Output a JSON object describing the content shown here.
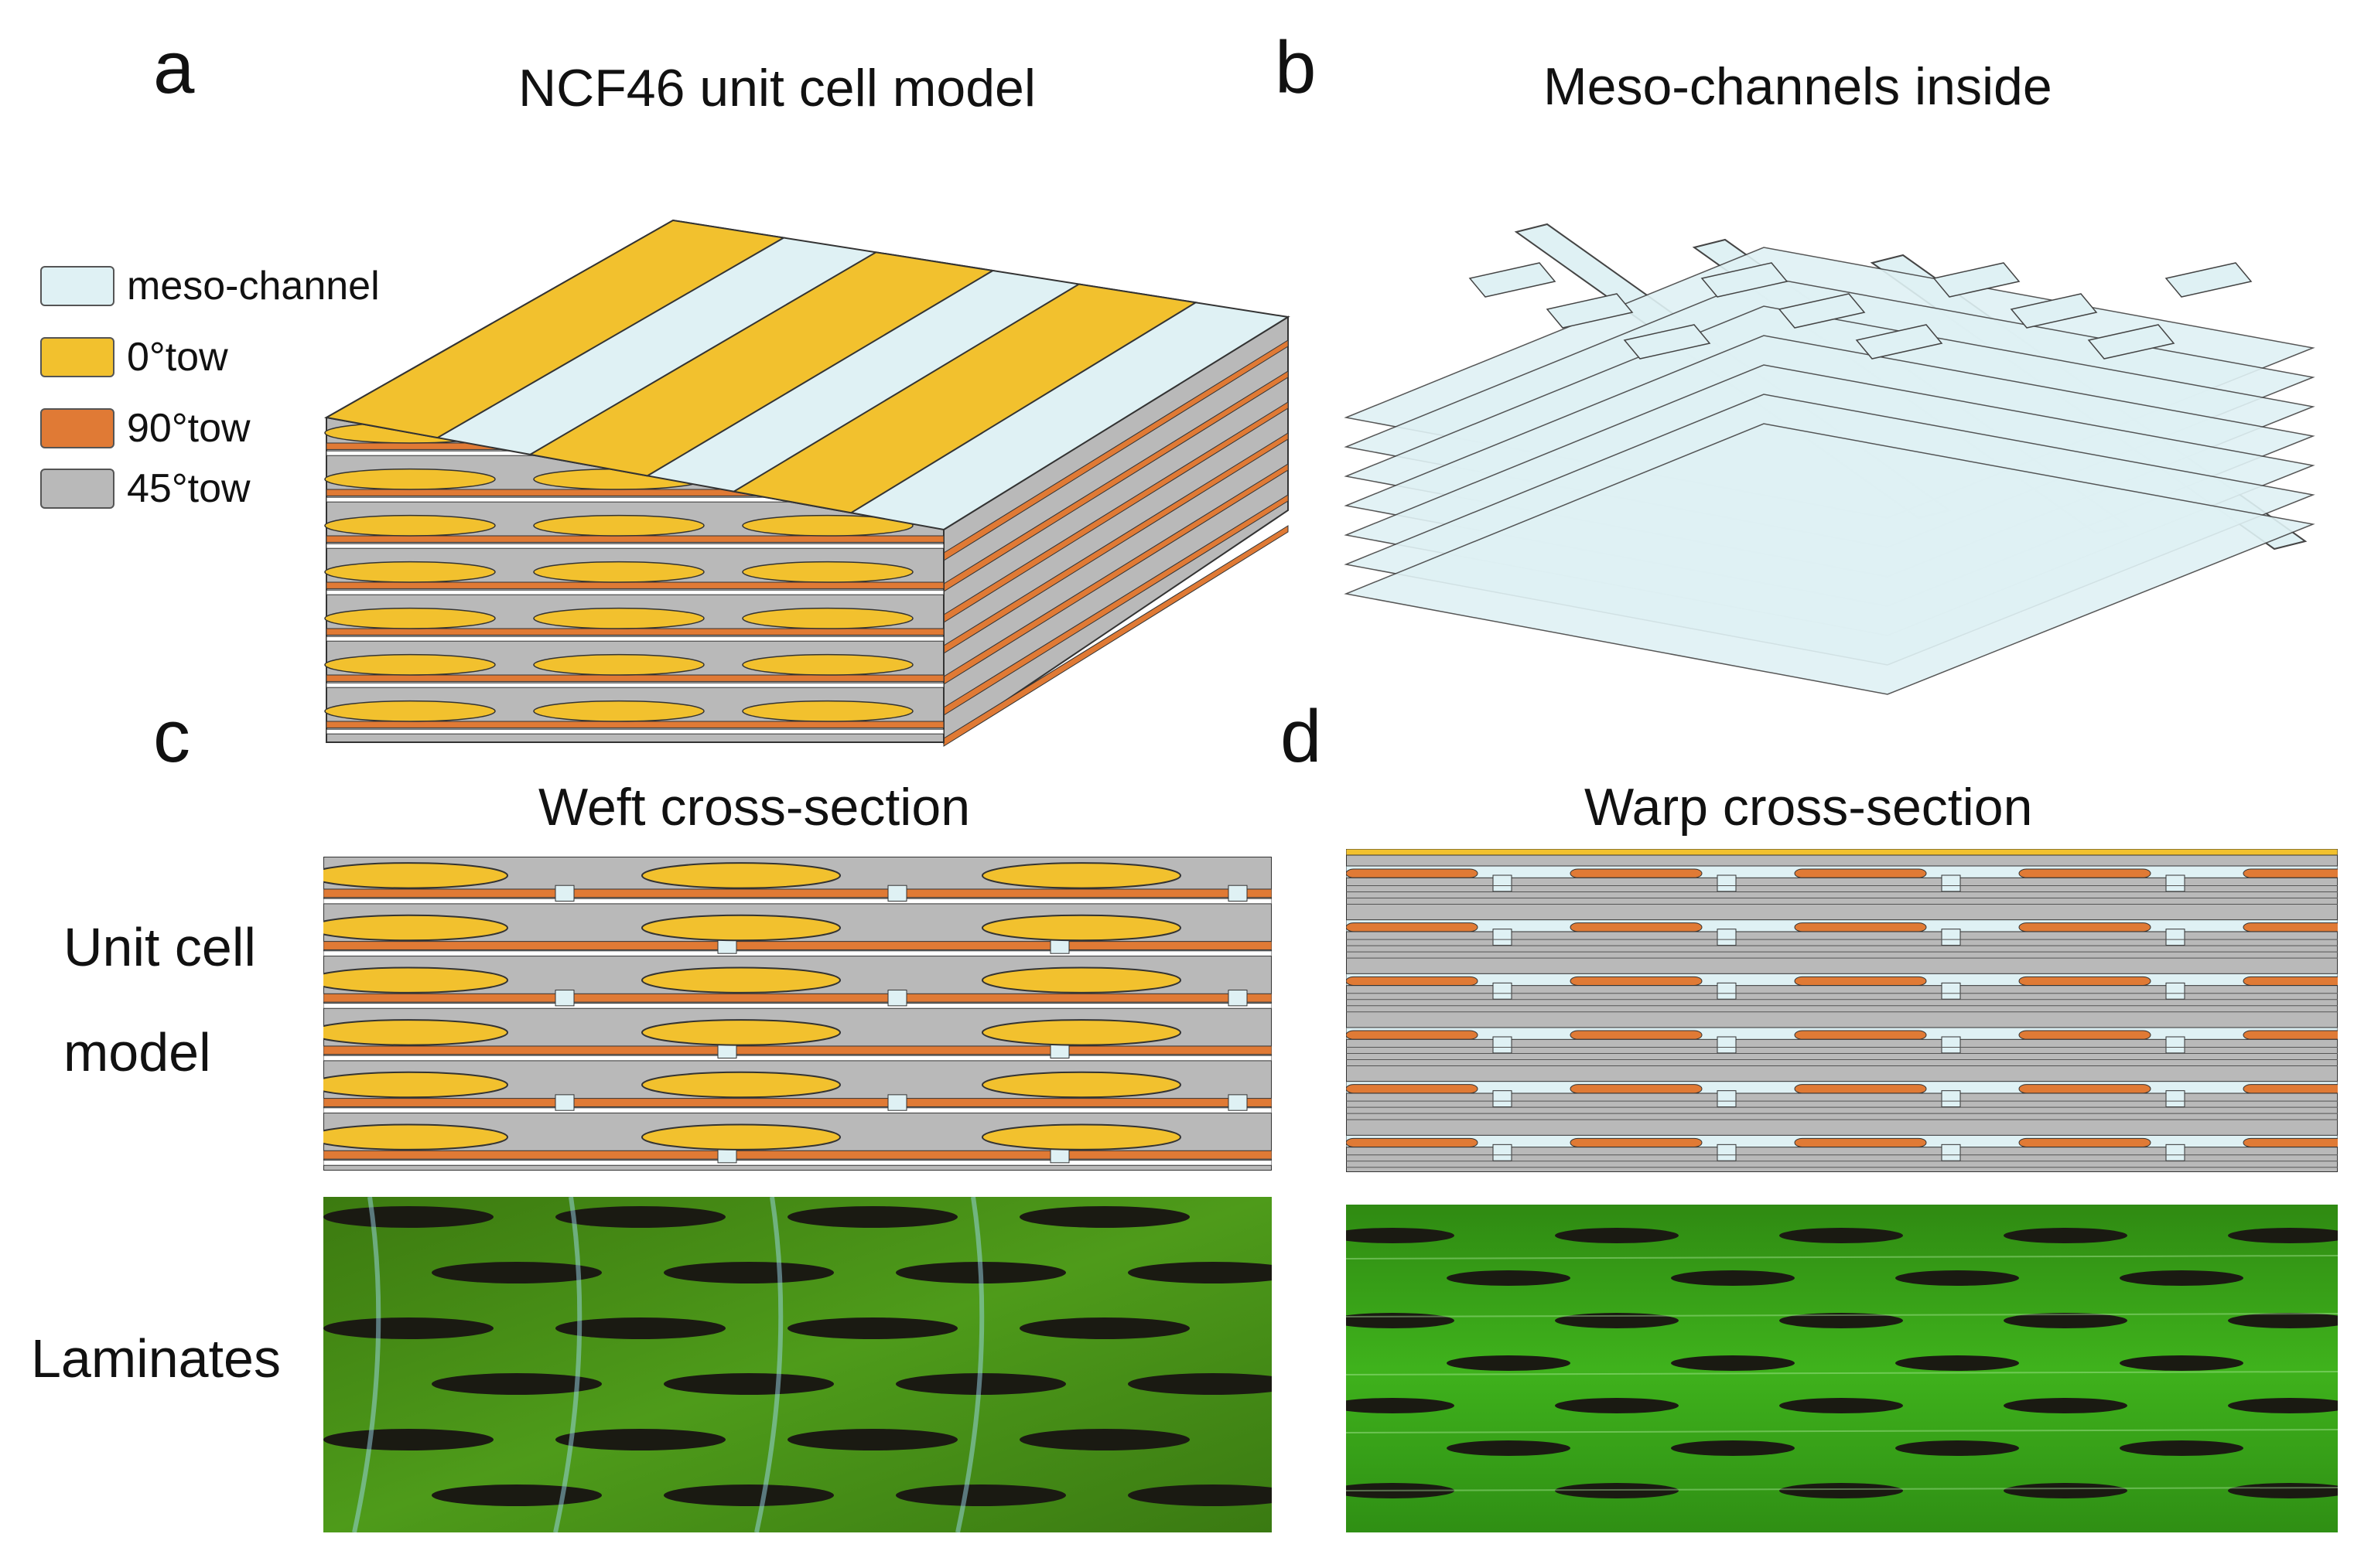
{
  "panels": {
    "a": {
      "letter": "a",
      "title": "NCF46 unit cell model"
    },
    "b": {
      "letter": "b",
      "title": "Meso-channels inside"
    },
    "c": {
      "letter": "c",
      "title": "Weft cross-section"
    },
    "d": {
      "letter": "d",
      "title": "Warp cross-section"
    }
  },
  "row_labels": {
    "unit_cell_line1": "Unit cell",
    "unit_cell_line2": "model",
    "laminates": "Laminates"
  },
  "legend": [
    {
      "label": "meso-channel",
      "color": "#dff1f4"
    },
    {
      "label": "0°tow",
      "color": "#f2c12e"
    },
    {
      "label": "90°tow",
      "color": "#e07a35"
    },
    {
      "label": "45°tow",
      "color": "#b9b9b9"
    }
  ],
  "colors": {
    "meso_channel": "#dff1f4",
    "tow_0": "#f2c12e",
    "tow_90": "#e07a35",
    "tow_45": "#b9b9b9",
    "laminate_green": "#3f9a1c",
    "laminate_dark": "#1a1a12",
    "outline": "#333333"
  }
}
